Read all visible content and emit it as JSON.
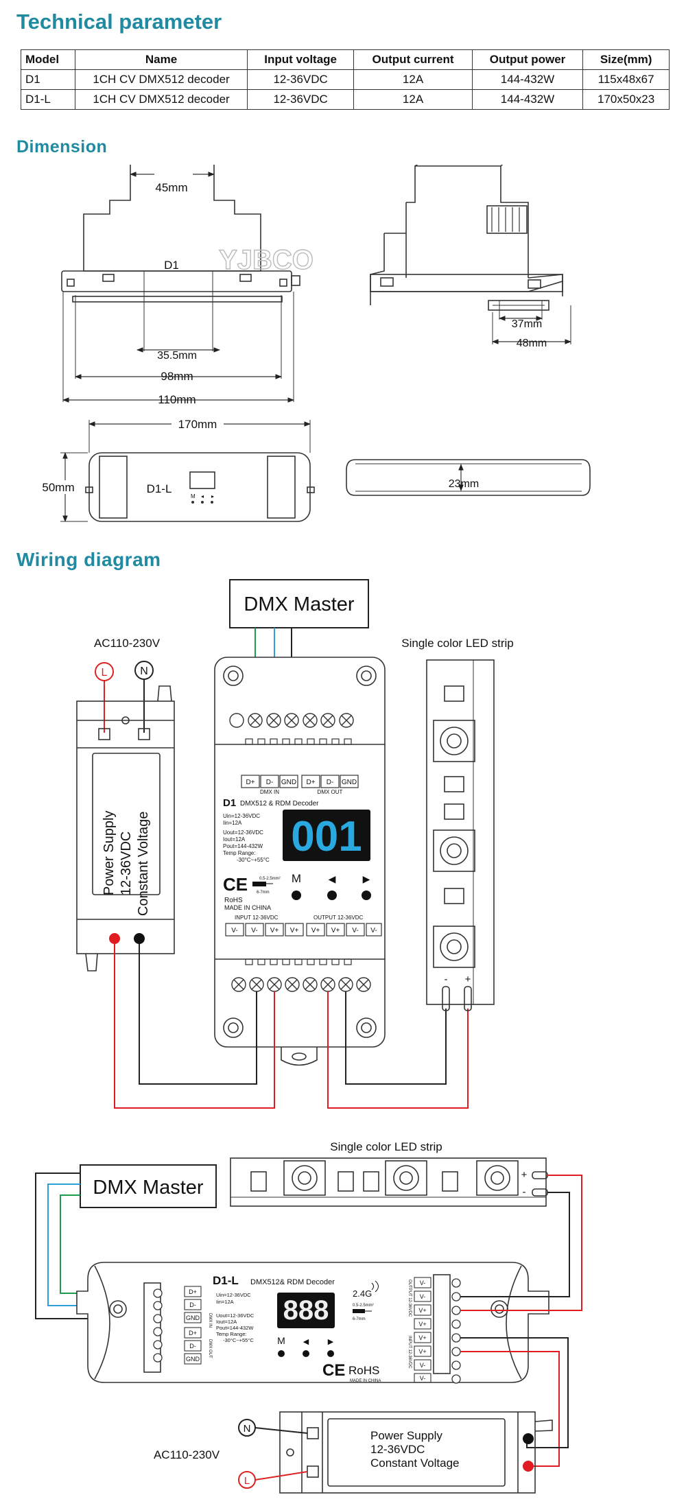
{
  "headings": {
    "technical": "Technical parameter",
    "dimension": "Dimension",
    "wiring": "Wiring diagram"
  },
  "table": {
    "headers": [
      "Model",
      "Name",
      "Input voltage",
      "Output current",
      "Output power",
      "Size(mm)"
    ],
    "rows": [
      [
        "D1",
        "1CH CV DMX512 decoder",
        "12-36VDC",
        "12A",
        "144-432W",
        "115x48x67"
      ],
      [
        "D1-L",
        "1CH CV DMX512 decoder",
        "12-36VDC",
        "12A",
        "144-432W",
        "170x50x23"
      ]
    ]
  },
  "dimension": {
    "d1_label": "D1",
    "watermark": "YJBCO",
    "w45": "45mm",
    "w355": "35.5mm",
    "w98": "98mm",
    "w110": "110mm",
    "w37": "37mm",
    "w48": "48mm",
    "w170": "170mm",
    "h50": "50mm",
    "d1l_label": "D1-L",
    "h23": "23mm",
    "mini_keys": [
      "M",
      "◂",
      "▸"
    ]
  },
  "wiring1": {
    "dmx_master": "DMX Master",
    "ac": "AC110-230V",
    "L": "L",
    "N": "N",
    "led_strip": "Single color LED strip",
    "psu_lines": [
      "Power Supply",
      "12-36VDC",
      "Constant Voltage"
    ],
    "dmx_pins": [
      "D+",
      "D-",
      "GND",
      "D+",
      "D-",
      "GND"
    ],
    "dmx_in": "DMX IN",
    "dmx_out": "DMX OUT",
    "model": "D1",
    "model_desc": "DMX512 & RDM Decoder",
    "specs": [
      "Uin=12-36VDC",
      "Iin=12A",
      "Uout=12-36VDC",
      "Iout=12A",
      "Pout=144-432W",
      "Temp Range:",
      "-30°C~+55°C"
    ],
    "display": "001",
    "keys": [
      "M",
      "◀",
      "▶"
    ],
    "wire_spec": [
      "0.5-2.5mm²",
      "6-7mm"
    ],
    "rohs": "RoHS",
    "made": "MADE IN CHINA",
    "ce": "CE",
    "input_label": "INPUT 12-36VDC",
    "output_label": "OUTPUT 12-36VDC",
    "io_pins": [
      "V-",
      "V-",
      "V+",
      "V+",
      "V+",
      "V+",
      "V-",
      "V-"
    ],
    "minus": "-",
    "plus": "+"
  },
  "wiring2": {
    "led_strip": "Single color LED strip",
    "dmx_master": "DMX Master",
    "model": "D1-L",
    "model_desc": "DMX512& RDM Decoder",
    "rf": "2.4G",
    "display": "888",
    "specs": [
      "Uin=12-36VDC",
      "Iin=12A",
      "Uout=12-36VDC",
      "Iout=12A",
      "Pout=144-432W",
      "Temp Range:",
      "-30°C~+55°C"
    ],
    "pins_left": [
      "D+",
      "D-",
      "GND",
      "D+",
      "D-",
      "GND"
    ],
    "dmx_in_v": "DMX IN",
    "dmx_out_v": "DMX OUT",
    "keys": [
      "M",
      "◀",
      "▶"
    ],
    "wire_spec": [
      "0.5-2.5mm²",
      "6-7mm"
    ],
    "rohs": "RoHS",
    "made": "MADE IN CHINA",
    "ce": "CE",
    "pins_right": [
      "V-",
      "V-",
      "V+",
      "V+",
      "V+",
      "V+",
      "V-",
      "V-"
    ],
    "output_v": "OUTPUT 12-36VDC",
    "input_v": "INPUT 12-36VDC",
    "plus": "+",
    "minus": "-",
    "psu_lines": [
      "Power Supply",
      "12-36VDC",
      "Constant Voltage"
    ],
    "ac": "AC110-230V",
    "N": "N",
    "L": "L"
  }
}
